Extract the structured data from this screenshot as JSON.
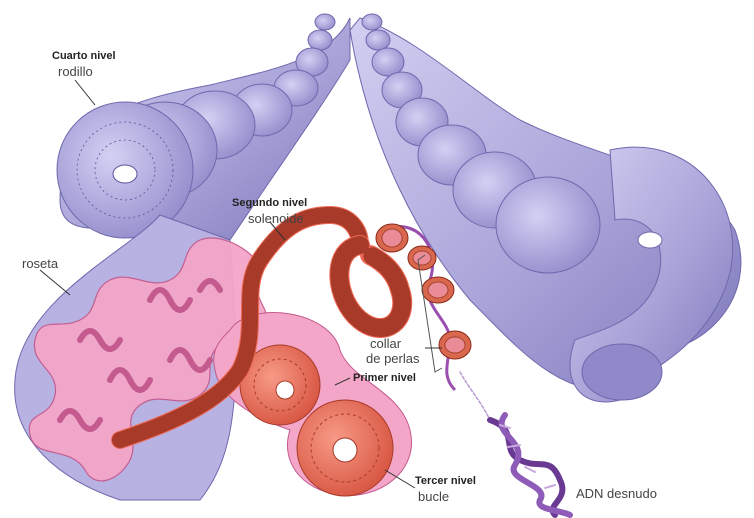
{
  "labels": {
    "cuarto_nivel": "Cuarto nivel",
    "rodillo": "rodillo",
    "segundo_nivel": "Segundo nivel",
    "solenoide": "solenoide",
    "roseta": "roseta",
    "collar_line1": "collar",
    "collar_line2": "de perlas",
    "primer_nivel": "Primer nivel",
    "tercer_nivel": "Tercer nivel",
    "bucle": "bucle",
    "adn_desnudo": "ADN desnudo"
  },
  "colors": {
    "chromatid": "#a9a4d8",
    "chromatid_dark": "#7a73b8",
    "chromatid_light": "#c8c4ec",
    "loops": "#f4a6c8",
    "loops_outline": "#c45a8e",
    "solenoid": "#ef6a55",
    "solenoid_dark": "#a83a2a",
    "nucleosome": "#d9674e",
    "dna": "#7a4aa0"
  }
}
